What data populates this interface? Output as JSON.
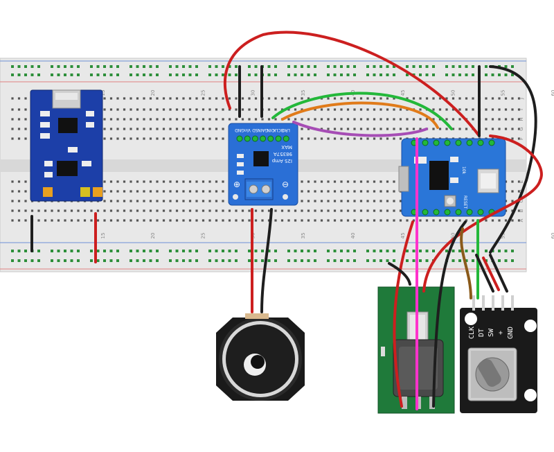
{
  "breadboard": {
    "column_numbers": [
      "15",
      "20",
      "25",
      "30",
      "35",
      "40",
      "45",
      "50",
      "55",
      "60"
    ],
    "row_letters_top": [
      "J",
      "I",
      "H",
      "G",
      "F"
    ],
    "row_letters_bottom": [
      "E",
      "D",
      "C",
      "B",
      "A"
    ]
  },
  "amp": {
    "pin_labels": [
      "GND",
      "Vin",
      "SD",
      "GAIN",
      "DIN",
      "BCLK",
      "LRC"
    ],
    "title_lines": [
      "I2S Amp",
      "98357A",
      "MAX"
    ],
    "plus_symbol": "⊕",
    "minus_symbol": "⊖"
  },
  "mcu": {
    "label_left": "10k",
    "label_right": "RESET"
  },
  "encoder": {
    "pin_labels": [
      "CLK",
      "DT",
      "SW",
      "+",
      "GND"
    ]
  },
  "colors": {
    "board_blue": "#2a6fd6",
    "charger_blue": "#1c3fa8",
    "pcb_green": "#1f7a3a",
    "wire_red": "#cc1f1f",
    "wire_black": "#1e1e1e",
    "wire_green": "#23b83a",
    "wire_orange": "#e07b1a",
    "wire_purple": "#a64db5",
    "wire_magenta": "#ff33cc",
    "wire_brown": "#8a5a1a",
    "breadboard": "#e6e6e6"
  }
}
